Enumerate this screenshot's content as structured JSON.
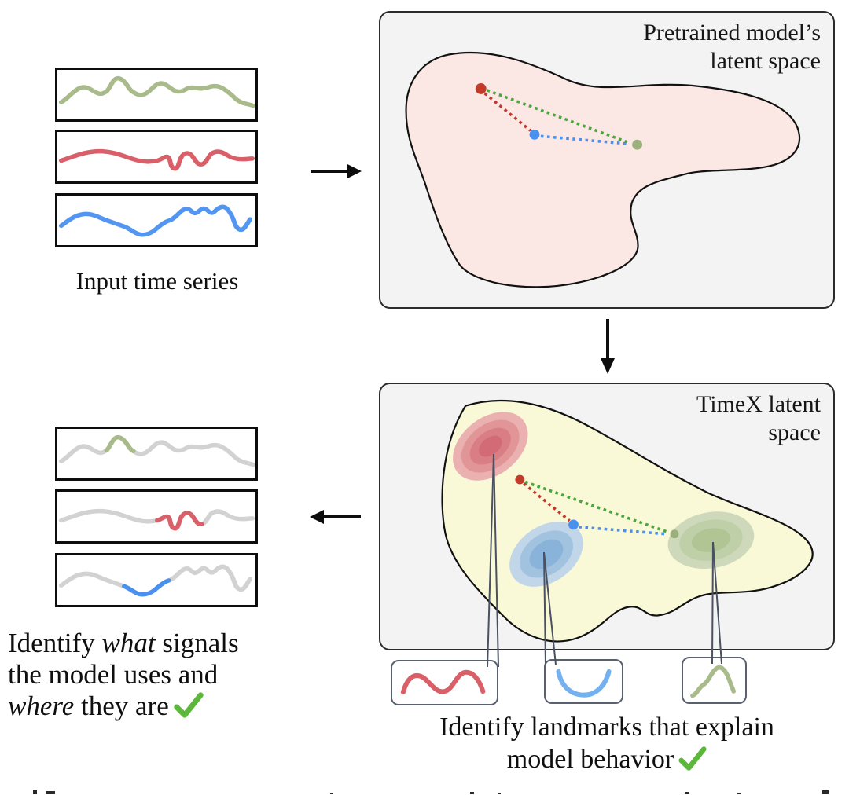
{
  "input_panel": {
    "label": "Input time series"
  },
  "pretrained_panel": {
    "title_line1": "Pretrained model’s",
    "title_line2": "latent space"
  },
  "timex_panel": {
    "title_line1": "TimeX latent",
    "title_line2": "space"
  },
  "left_caption": {
    "line1_pre": "Identify ",
    "line1_italic": "what",
    "line1_post": " signals",
    "line2": "the model uses and",
    "line3_italic": "where",
    "line3_post": " they are"
  },
  "bottom_caption": {
    "line1": "Identify landmarks that explain",
    "line2": "model behavior"
  },
  "palette": {
    "green_series": "#a9bb8a",
    "red_series": "#d95f69",
    "blue_series": "#5296f2",
    "gray_series": "#d2d2d2",
    "pink_region": "#fbe7e4",
    "yellow_region": "#f9f9d8",
    "panel_bg": "#f3f3f3",
    "red_dot": "#c23b28",
    "blue_dot": "#4a90ee",
    "green_dot": "#9cb07e",
    "red_dash": "#c0392b",
    "green_dash": "#4aa53c",
    "blue_dash": "#4a90ee",
    "check_green": "#5cb83a",
    "pin_line": "#4a5160",
    "glyph_box_border": "#59606f",
    "red_rings": [
      "#ebb0b0",
      "#e29597",
      "#da7e85",
      "#d26b76"
    ],
    "blue_rings": [
      "#c2d6e9",
      "#a2c3e0",
      "#8ab3d9"
    ],
    "green_rings": [
      "#ced9bb",
      "#bfcfa7",
      "#b0c494"
    ]
  }
}
